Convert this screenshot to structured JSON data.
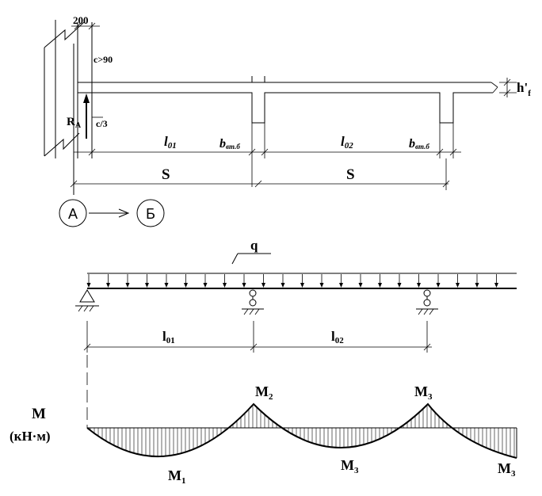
{
  "section": {
    "dim_200": "200",
    "dim_c90": "c>90",
    "label_ra": "R",
    "label_ra_sub": "A",
    "dim_c3": "c/3",
    "label_hf": "h'",
    "label_hf_sub": "f",
    "span1_main": "l",
    "span1_sub": "01",
    "rib1_main": "b",
    "rib1_sub": "вт.б",
    "span2_main": "l",
    "span2_sub": "02",
    "rib2_main": "b",
    "rib2_sub": "вт.б",
    "s1": "S",
    "s2": "S",
    "axis_a": "А",
    "axis_b": "Б"
  },
  "scheme": {
    "load": "q",
    "span1_main": "l",
    "span1_sub": "01",
    "span2_main": "l",
    "span2_sub": "02"
  },
  "diagram": {
    "axis_label": "M",
    "axis_units": "(кН·м)",
    "m1_main": "M",
    "m1_sub": "1",
    "m2_main": "M",
    "m2_sub": "2",
    "m3a_main": "M",
    "m3a_sub": "3",
    "m3b_main": "M",
    "m3b_sub": "3",
    "m3c_main": "M",
    "m3c_sub": "3"
  }
}
